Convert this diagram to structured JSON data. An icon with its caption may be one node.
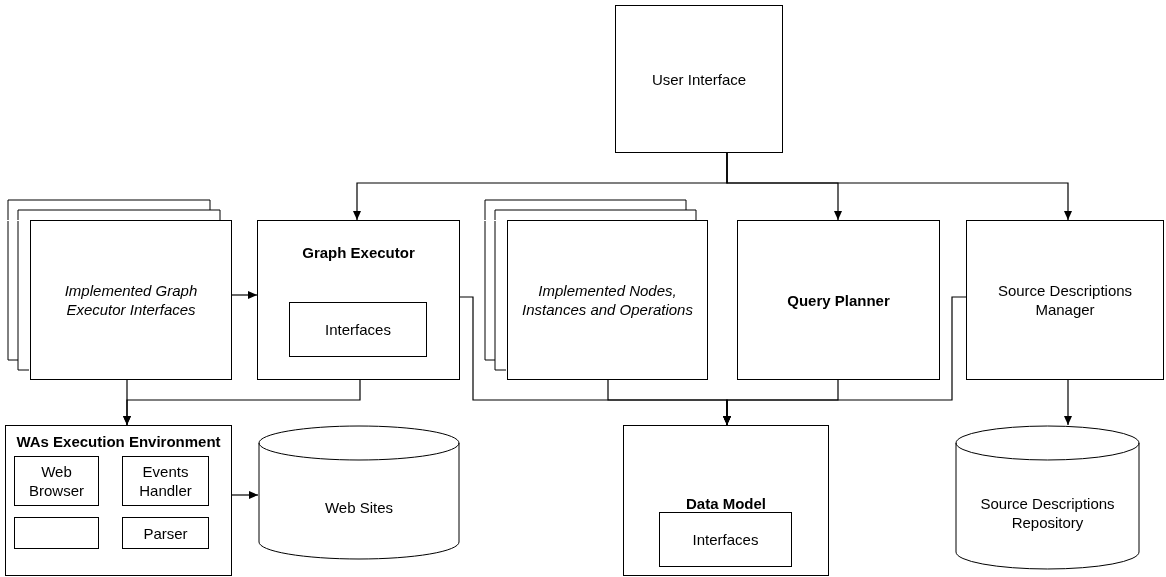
{
  "diagram": {
    "nodes": [
      {
        "text": [
          "User Interface"
        ]
      },
      {
        "text": [
          "Implemented Graph Executor Interfaces"
        ]
      },
      {
        "text": [
          "Graph Executor"
        ]
      },
      {
        "text": [
          "Interfaces"
        ],
        "in": 2
      },
      {
        "text": [
          "Implemented Nodes, Instances and Operations"
        ]
      },
      {
        "text": [
          "Query Planner"
        ]
      },
      {
        "text": [
          "Source Descriptions Manager"
        ]
      },
      {
        "text": [
          "WAs Execution Environment"
        ]
      },
      {
        "text": [
          "Web Browser"
        ],
        "in": 7
      },
      {
        "text": [
          "Events Handler"
        ],
        "in": 7
      },
      {
        "text": [],
        "shape": "box",
        "in": 7
      },
      {
        "text": [
          "Parser"
        ],
        "in": 7
      },
      {
        "text": [
          "Web Sites"
        ]
      },
      {
        "text": [
          "Data Model"
        ]
      },
      {
        "text": [
          "Interfaces"
        ],
        "in": 13
      },
      {
        "text": [
          "Source Descriptions Repository"
        ]
      }
    ],
    "edges": [
      {
        "from": 0,
        "to": 2,
        "arrow": "to"
      },
      {
        "from": 0,
        "to": 5,
        "arrow": "to"
      },
      {
        "from": 0,
        "to": 6,
        "arrow": "to"
      },
      {
        "from": 1,
        "to": 2,
        "arrow": "to"
      },
      {
        "from": 1,
        "to": 7,
        "arrow": "to"
      },
      {
        "from": 2,
        "to": 7,
        "arrow": "to"
      },
      {
        "from": 7,
        "to": 12,
        "arrow": "to"
      },
      {
        "from": 2,
        "to": 13,
        "arrow": "to"
      },
      {
        "from": 4,
        "to": 13,
        "arrow": "to"
      },
      {
        "from": 5,
        "to": 13,
        "arrow": "to"
      },
      {
        "from": 6,
        "to": 13,
        "arrow": "to"
      },
      {
        "from": 6,
        "to": 15,
        "arrow": "to"
      }
    ]
  }
}
